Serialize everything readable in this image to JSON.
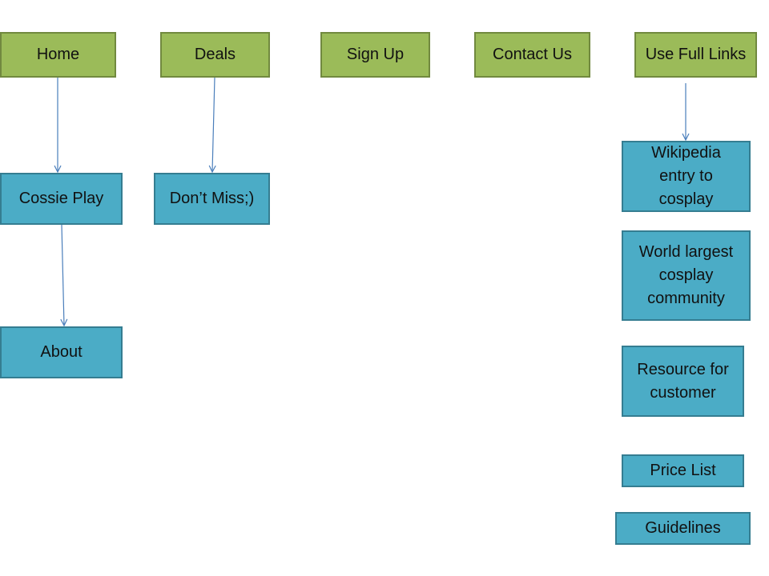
{
  "diagram": {
    "colors": {
      "top_level_fill": "#9bbb59",
      "top_level_border": "#71893f",
      "sub_page_fill": "#4bacc6",
      "sub_page_border": "#357d91",
      "connector": "#4a7ebb"
    },
    "top_nav": {
      "home": "Home",
      "deals": "Deals",
      "sign_up": "Sign Up",
      "contact_us": "Contact Us",
      "use_full_links": "Use Full Links"
    },
    "pages": {
      "cossie_play": "Cossie Play",
      "dont_miss": "Don’t Miss;)",
      "about": "About",
      "wikipedia_entry": "Wikipedia\nentry to\ncosplay",
      "world_largest": "World largest\ncosplay\ncommunity",
      "resource_for_customer": "Resource for\ncustomer",
      "price_list": "Price List",
      "guidelines": "Guidelines"
    },
    "connections": [
      {
        "from": "Home",
        "to": "Cossie Play"
      },
      {
        "from": "Deals",
        "to": "Don’t Miss;)"
      },
      {
        "from": "Cossie Play",
        "to": "About"
      },
      {
        "from": "Use Full Links",
        "to": "Wikipedia entry to cosplay"
      }
    ]
  }
}
